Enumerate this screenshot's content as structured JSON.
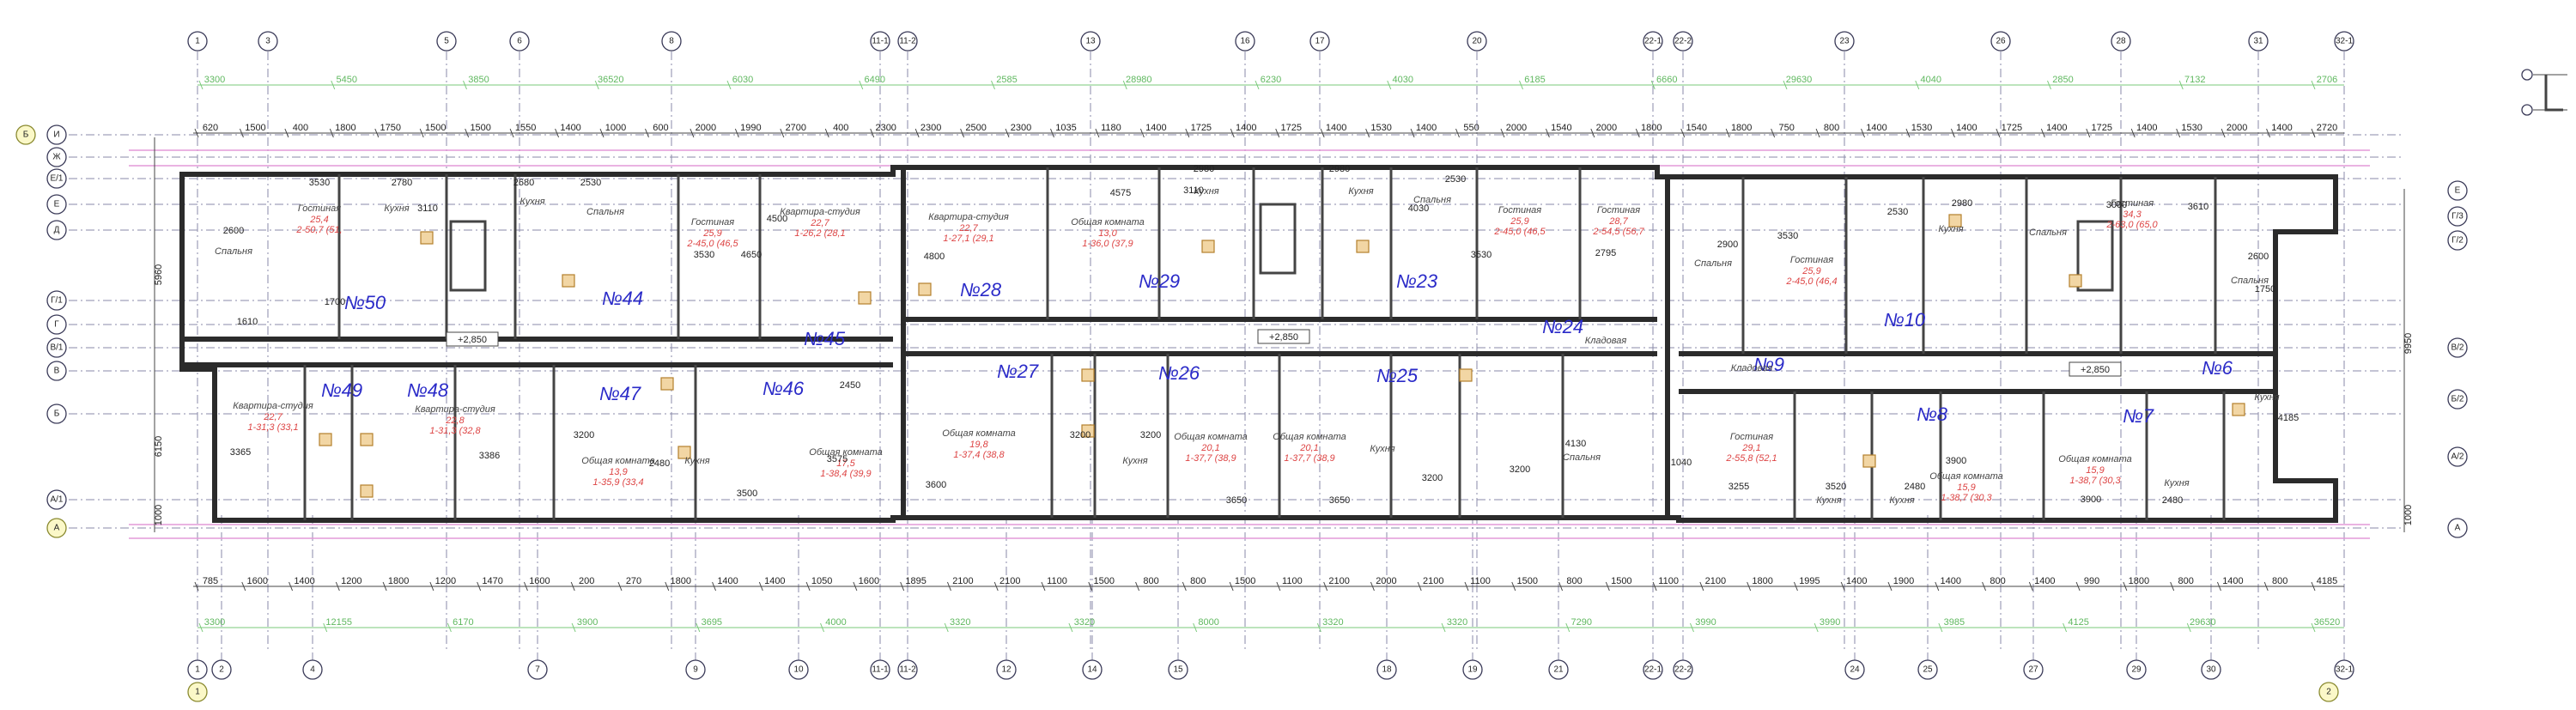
{
  "axes_x_top": [
    "1",
    "3",
    "5",
    "6",
    "8",
    "11-1",
    "11-2",
    "13",
    "16",
    "17",
    "20",
    "22-1",
    "22-2",
    "23",
    "26",
    "28",
    "31",
    "32-1"
  ],
  "axes_x_bottom": [
    "1",
    "2",
    "4",
    "7",
    "9",
    "10",
    "11-1",
    "11-2",
    "12",
    "14",
    "15",
    "18",
    "19",
    "21",
    "22-1",
    "22-2",
    "24",
    "25",
    "27",
    "29",
    "30",
    "32-1"
  ],
  "axes_y_left": [
    "Б",
    "И",
    "Ж",
    "Е/1",
    "Е",
    "Д",
    "Г/1",
    "Г",
    "В/1",
    "В",
    "Б",
    "А/1",
    "А"
  ],
  "axes_y_right": [
    "Е",
    "Г/3",
    "Г/2",
    "В/2",
    "Б/2",
    "А/2",
    "А"
  ],
  "bottom_badges": [
    "1",
    "2"
  ],
  "top_dims_overall": [
    "3300",
    "5450",
    "3850",
    "36520",
    "6030",
    "6490",
    "2585",
    "28980",
    "6230",
    "4030",
    "6185",
    "6660",
    "29630",
    "4040",
    "2850",
    "7132",
    "2706"
  ],
  "top_dims_detail": [
    "620",
    "1500",
    "400",
    "1800",
    "1750",
    "1500",
    "1500",
    "1550",
    "1400",
    "1000",
    "600",
    "2000",
    "1990",
    "2700",
    "400",
    "2300",
    "2300",
    "2500",
    "2300",
    "1035",
    "1180",
    "1400",
    "1725",
    "1400",
    "1725",
    "1400",
    "1530",
    "1400",
    "550",
    "2000",
    "1540",
    "2000",
    "1800",
    "1540",
    "1800",
    "750",
    "800",
    "1400",
    "1530",
    "1400",
    "1725",
    "1400",
    "1725",
    "1400",
    "1530",
    "2000",
    "1400",
    "2720"
  ],
  "bottom_dims_detail": [
    "785",
    "1600",
    "1400",
    "1200",
    "1800",
    "1200",
    "1470",
    "1600",
    "200",
    "270",
    "1800",
    "1400",
    "1400",
    "1050",
    "1600",
    "1895",
    "2100",
    "2100",
    "1100",
    "1500",
    "800",
    "800",
    "1500",
    "1100",
    "2100",
    "2000",
    "2100",
    "1100",
    "1500",
    "800",
    "1500",
    "1100",
    "2100",
    "1800",
    "1995",
    "1400",
    "1900",
    "1400",
    "800",
    "1400",
    "990",
    "1800",
    "800",
    "1400",
    "800",
    "4185"
  ],
  "bottom_dims_overall": [
    "3300",
    "12155",
    "6170",
    "3900",
    "3695",
    "4000",
    "3320",
    "3320",
    "8000",
    "3320",
    "3320",
    "7290",
    "3990",
    "3990",
    "3985",
    "4125",
    "29630",
    "36520"
  ],
  "left_dims": [
    "5960",
    "6150",
    "1000"
  ],
  "right_dims": [
    "9950",
    "1000"
  ],
  "apartments": [
    "№50",
    "№44",
    "№45",
    "№49",
    "№48",
    "№47",
    "№46",
    "№28",
    "№29",
    "№23",
    "№24",
    "№27",
    "№26",
    "№25",
    "№10",
    "№9",
    "№8",
    "№7",
    "№6"
  ],
  "levels": [
    "+2,850",
    "+2,850",
    "+2,850"
  ],
  "rooms": [
    {
      "name": "Гостиная",
      "area": "25,4",
      "area2": "2-50,7 (51,"
    },
    {
      "name": "Кухня",
      "area": "",
      "area2": ""
    },
    {
      "name": "Спальня",
      "area": "",
      "area2": ""
    },
    {
      "name": "Кухня",
      "area": "",
      "area2": ""
    },
    {
      "name": "Спальня",
      "area": "",
      "area2": ""
    },
    {
      "name": "Гостиная",
      "area": "25,9",
      "area2": "2-45,0 (46,5"
    },
    {
      "name": "Квартира-студия",
      "area": "22,7",
      "area2": "1-26,2 (28,1"
    },
    {
      "name": "Квартира-студия",
      "area": "22,7",
      "area2": "1-27,1 (29,1"
    },
    {
      "name": "Общая комната",
      "area": "13,0",
      "area2": "1-36,0 (37,9"
    },
    {
      "name": "Кухня",
      "area": "",
      "area2": ""
    },
    {
      "name": "Кухня",
      "area": "",
      "area2": ""
    },
    {
      "name": "Спальня",
      "area": "",
      "area2": ""
    },
    {
      "name": "Гостиная",
      "area": "25,9",
      "area2": "2-45,0 (46,5"
    },
    {
      "name": "Гостиная",
      "area": "28,7",
      "area2": "2-54,5 (56,7"
    },
    {
      "name": "Квартира-студия",
      "area": "22,7",
      "area2": "1-31,3 (33,1"
    },
    {
      "name": "Квартира-студия",
      "area": "22,8",
      "area2": "1-31,3 (32,8"
    },
    {
      "name": "Общая комната",
      "area": "13,9",
      "area2": "1-35,9 (33,4"
    },
    {
      "name": "Кухня",
      "area": "",
      "area2": ""
    },
    {
      "name": "Общая комната",
      "area": "17,5",
      "area2": "1-38,4 (39,9"
    },
    {
      "name": "Общая комната",
      "area": "19,8",
      "area2": "1-37,4 (38,8"
    },
    {
      "name": "Кухня",
      "area": "",
      "area2": ""
    },
    {
      "name": "Общая комната",
      "area": "20,1",
      "area2": "1-37,7 (38,9"
    },
    {
      "name": "Общая комната",
      "area": "20,1",
      "area2": "1-37,7 (38,9"
    },
    {
      "name": "Кухня",
      "area": "",
      "area2": ""
    },
    {
      "name": "Спальня",
      "area": "",
      "area2": ""
    },
    {
      "name": "Кладовая",
      "area": "",
      "area2": ""
    },
    {
      "name": "Спальня",
      "area": "",
      "area2": ""
    },
    {
      "name": "Гостиная",
      "area": "25,9",
      "area2": "2-45,0 (46,4"
    },
    {
      "name": "Кухня",
      "area": "",
      "area2": ""
    },
    {
      "name": "Спальня",
      "area": "",
      "area2": ""
    },
    {
      "name": "Гостиная",
      "area": "34,3",
      "area2": "2-63,0 (65,0"
    },
    {
      "name": "Спальня",
      "area": "",
      "area2": ""
    },
    {
      "name": "Кладовая",
      "area": "",
      "area2": ""
    },
    {
      "name": "Гостиная",
      "area": "29,1",
      "area2": "2-55,8 (52,1"
    },
    {
      "name": "Кухня",
      "area": "",
      "area2": ""
    },
    {
      "name": "Кухня",
      "area": "",
      "area2": ""
    },
    {
      "name": "Общая комната",
      "area": "15,9",
      "area2": "1-38,7 (30,3"
    },
    {
      "name": "Общая комната",
      "area": "15,9",
      "area2": "1-38,7 (30,3"
    },
    {
      "name": "Кухня",
      "area": "",
      "area2": ""
    },
    {
      "name": "Кухня",
      "area": "",
      "area2": ""
    }
  ],
  "room_dims": [
    "2600",
    "3530",
    "2780",
    "3110",
    "1610",
    "1700",
    "2680",
    "2530",
    "4500",
    "3530",
    "4650",
    "4575",
    "2980",
    "4800",
    "3110",
    "2980",
    "2530",
    "4030",
    "3530",
    "2795",
    "2450",
    "3365",
    "3386",
    "3200",
    "2480",
    "3500",
    "3575",
    "3600",
    "3200",
    "3200",
    "3650",
    "3650",
    "3200",
    "3200",
    "2900",
    "3530",
    "2530",
    "2980",
    "3000",
    "3610",
    "2600",
    "1750",
    "3255",
    "3520",
    "2480",
    "3900",
    "3900",
    "2480",
    "4185",
    "1040",
    "4130"
  ]
}
